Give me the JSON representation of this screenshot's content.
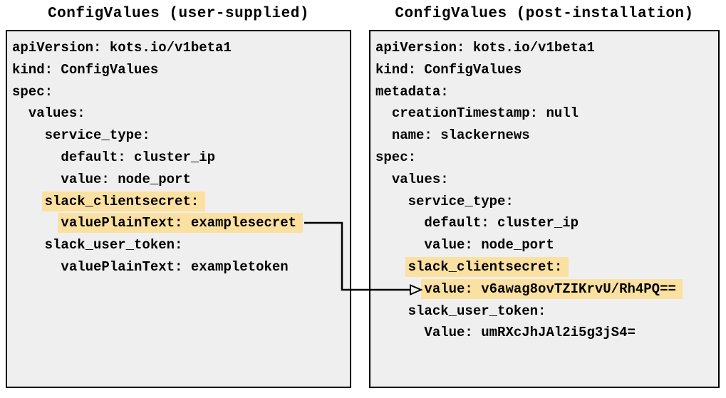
{
  "colors": {
    "highlight": "#fbe1a1",
    "panel_background": "#efefef",
    "panel_border": "#000000",
    "text": "#000000",
    "arrow": "#000000"
  },
  "left_panel": {
    "title": "ConfigValues (user-supplied)",
    "lines": [
      {
        "text": "apiVersion: kots.io/v1beta1",
        "highlight": false
      },
      {
        "text": "kind: ConfigValues",
        "highlight": false
      },
      {
        "text": "spec:",
        "highlight": false
      },
      {
        "text": "  values:",
        "highlight": false
      },
      {
        "text": "    service_type:",
        "highlight": false
      },
      {
        "text": "      default: cluster_ip",
        "highlight": false
      },
      {
        "text": "      value: node_port",
        "highlight": false
      },
      {
        "text": "    slack_clientsecret:",
        "highlight": true
      },
      {
        "text": "      valuePlainText: examplesecret",
        "highlight": true
      },
      {
        "text": "    slack_user_token:",
        "highlight": false
      },
      {
        "text": "      valuePlainText: exampletoken",
        "highlight": false
      }
    ]
  },
  "right_panel": {
    "title": "ConfigValues (post-installation)",
    "lines": [
      {
        "text": "apiVersion: kots.io/v1beta1",
        "highlight": false
      },
      {
        "text": "kind: ConfigValues",
        "highlight": false
      },
      {
        "text": "metadata:",
        "highlight": false
      },
      {
        "text": "  creationTimestamp: null",
        "highlight": false
      },
      {
        "text": "  name: slackernews",
        "highlight": false
      },
      {
        "text": "spec:",
        "highlight": false
      },
      {
        "text": "  values:",
        "highlight": false
      },
      {
        "text": "    service_type:",
        "highlight": false
      },
      {
        "text": "      default: cluster_ip",
        "highlight": false
      },
      {
        "text": "      value: node_port",
        "highlight": false
      },
      {
        "text": "    slack_clientsecret:",
        "highlight": true
      },
      {
        "text": "      value: v6awag8ovTZIKrvU/Rh4PQ==",
        "highlight": true
      },
      {
        "text": "    slack_user_token:",
        "highlight": false
      },
      {
        "text": "      Value: umRXcJhJAl2i5g3jS4=",
        "highlight": false
      }
    ]
  },
  "arrow": {
    "from": "valuePlainText: examplesecret",
    "to": "value: v6awag8ovTZIKrvU/Rh4PQ=="
  }
}
